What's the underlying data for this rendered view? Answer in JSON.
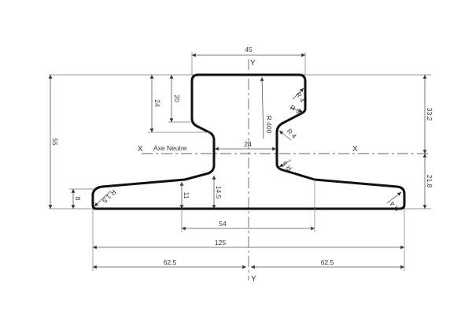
{
  "drawing": {
    "axis_labels": {
      "y_top": "Y",
      "y_bottom": "Y",
      "x_left": "X",
      "x_right": "X",
      "neutral_axis": "Axe Neutre"
    },
    "dimensions": {
      "head_width": "45",
      "head_height_24": "24",
      "head_height_20": "20",
      "total_height": "55",
      "web_width": "24",
      "upper_height": "33.2",
      "lower_height": "21.8",
      "foot_edge": "8",
      "foot_11": "11",
      "foot_14_5": "14.5",
      "foot_54": "54",
      "base_width": "125",
      "half_left": "62.5",
      "half_right": "62.5"
    },
    "radii": {
      "head_top": "R 4",
      "head_bottom": "R 3",
      "web_top": "R 4",
      "web_bottom": "R 5",
      "crown": "R 400",
      "foot_left": "R 1.5",
      "foot_right": "R 4"
    }
  }
}
